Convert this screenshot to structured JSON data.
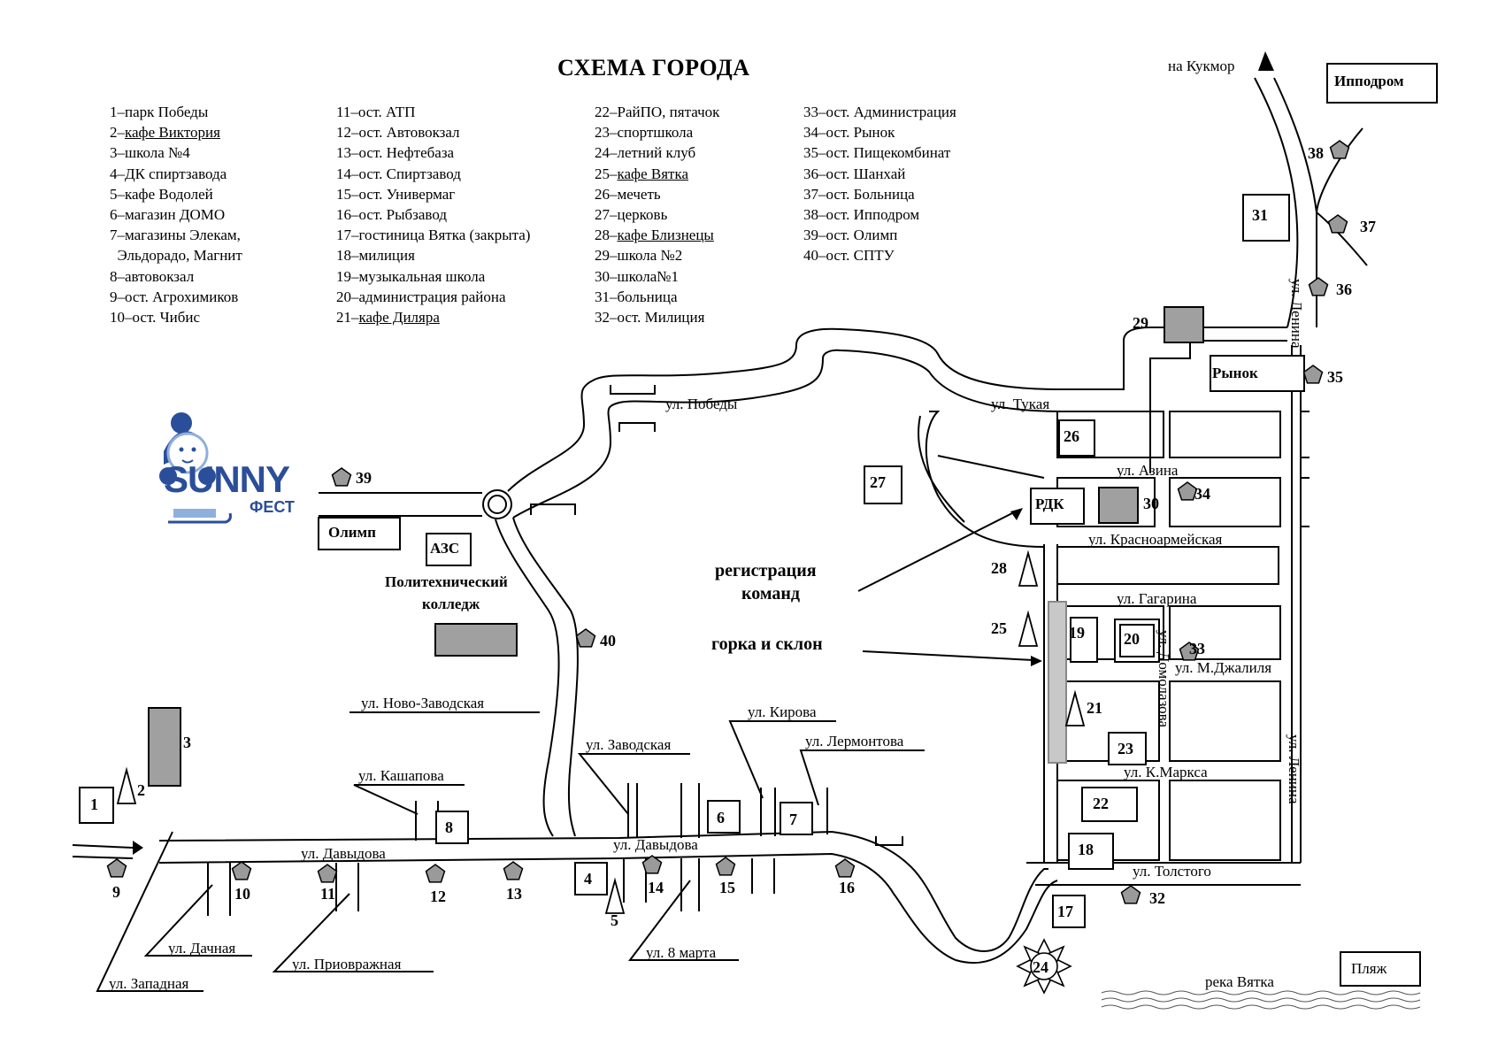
{
  "title": "СХЕМА ГОРОДА",
  "legend": {
    "col1": [
      {
        "num": "1",
        "text": "парк Победы",
        "underline": false
      },
      {
        "num": "2",
        "text": "кафе Виктория",
        "underline": true
      },
      {
        "num": "3",
        "text": "школа №4",
        "underline": false
      },
      {
        "num": "4",
        "text": "ДК спиртзавода",
        "underline": false
      },
      {
        "num": "5",
        "text": "кафе Водолей",
        "underline": false
      },
      {
        "num": "6",
        "text": "магазин ДОМО",
        "underline": false
      },
      {
        "num": "7",
        "text": "магазины Элекам,",
        "underline": false
      },
      {
        "num": "",
        "text": "Эльдорадо, Магнит",
        "underline": false
      },
      {
        "num": "8",
        "text": "автовокзал",
        "underline": false
      },
      {
        "num": "9",
        "text": "ост. Агрохимиков",
        "underline": false
      },
      {
        "num": "10",
        "text": "ост. Чибис",
        "underline": false
      }
    ],
    "col2": [
      {
        "num": "11",
        "text": "ост. АТП",
        "underline": false
      },
      {
        "num": "12",
        "text": "ост. Автовокзал",
        "underline": false
      },
      {
        "num": "13",
        "text": "ост. Нефтебаза",
        "underline": false
      },
      {
        "num": "14",
        "text": "ост. Спиртзавод",
        "underline": false
      },
      {
        "num": "15",
        "text": "ост. Универмаг",
        "underline": false
      },
      {
        "num": "16",
        "text": "ост. Рыбзавод",
        "underline": false
      },
      {
        "num": "17",
        "text": "гостиница Вятка (закрыта)",
        "underline": false
      },
      {
        "num": "18",
        "text": "милиция",
        "underline": false
      },
      {
        "num": "19",
        "text": "музыкальная школа",
        "underline": false
      },
      {
        "num": "20",
        "text": "администрация района",
        "underline": false
      },
      {
        "num": "21",
        "text": "кафе Диляра",
        "underline": true
      }
    ],
    "col3": [
      {
        "num": "22",
        "text": "РайПО, пятачок",
        "underline": false
      },
      {
        "num": "23",
        "text": "спортшкола",
        "underline": false
      },
      {
        "num": "24",
        "text": "летний клуб",
        "underline": false
      },
      {
        "num": "25",
        "text": "кафе Вятка",
        "underline": true
      },
      {
        "num": "26",
        "text": "мечеть",
        "underline": false
      },
      {
        "num": "27",
        "text": "церковь",
        "underline": false
      },
      {
        "num": "28",
        "text": "кафе Близнецы",
        "underline": true
      },
      {
        "num": "29",
        "text": "школа №2",
        "underline": false
      },
      {
        "num": "30",
        "text": "школа№1",
        "underline": false
      },
      {
        "num": "31",
        "text": "больница",
        "underline": false
      },
      {
        "num": "32",
        "text": "ост. Милиция",
        "underline": false
      }
    ],
    "col4": [
      {
        "num": "33",
        "text": "ост. Администрация",
        "underline": false
      },
      {
        "num": "34",
        "text": "ост. Рынок",
        "underline": false
      },
      {
        "num": "35",
        "text": "ост. Пищекомбинат",
        "underline": false
      },
      {
        "num": "36",
        "text": "ост. Шанхай",
        "underline": false
      },
      {
        "num": "37",
        "text": "ост. Больница",
        "underline": false
      },
      {
        "num": "38",
        "text": "ост. Ипподром",
        "underline": false
      },
      {
        "num": "39",
        "text": "ост. Олимп",
        "underline": false
      },
      {
        "num": "40",
        "text": "ост. СПТУ",
        "underline": false
      }
    ]
  },
  "logo": {
    "text": "SUNNY",
    "subtext": "ФЕСТ"
  },
  "streets": {
    "pobedy": "ул. Победы",
    "tukaya": "ул. Тукая",
    "azina": "ул. Азина",
    "krasnoarm": "ул. Красноармейская",
    "gagarina": "ул. Гагарина",
    "mdzhalilya": "ул. М.Джалиля",
    "kmarksa": "ул. К.Маркса",
    "tolstogo": "ул. Толстого",
    "lenina": "ул. Ленина",
    "domolazova": "ул. Домолазова",
    "novozavodskaya": "ул. Ново-Заводская",
    "zavodskaya": "ул. Заводская",
    "kirova": "ул. Кирова",
    "lermontova": "ул. Лермонтова",
    "kashapova": "ул. Кашапова",
    "davydova": "ул. Давыдова",
    "dachnaya": "ул. Дачная",
    "zapadnaya": "ул. Западная",
    "privrazhnaya": "ул. Приовражная",
    "marta8": "ул. 8 марта"
  },
  "places": {
    "na_kukmor": "на Кукмор",
    "ippodrom": "Ипподром",
    "rynok": "Рынок",
    "olimp": "Олимп",
    "azs": "АЗС",
    "college": [
      "Политехнический",
      "колледж"
    ],
    "rdk": "РДК",
    "plyazh": "Пляж",
    "reka": "река Вятка"
  },
  "annotations": {
    "registration": [
      "регистрация",
      "команд"
    ],
    "gorka": "горка и склон"
  },
  "markers": {
    "buildings": [
      "1",
      "3",
      "4",
      "6",
      "7",
      "8",
      "17",
      "18",
      "19",
      "20",
      "22",
      "23",
      "26",
      "27",
      "29",
      "30",
      "31"
    ],
    "triangles": [
      "2",
      "5",
      "21",
      "25",
      "28"
    ],
    "stops": [
      "9",
      "10",
      "11",
      "12",
      "13",
      "14",
      "15",
      "16",
      "32",
      "33",
      "34",
      "35",
      "36",
      "37",
      "38",
      "39",
      "40"
    ],
    "sun": "24"
  },
  "colors": {
    "building_fill": "#a0a0a0",
    "slope_fill": "#c8c8c8",
    "logo_blue": "#2a4e9a",
    "logo_light": "#8fb0dc",
    "ink": "#000000"
  }
}
